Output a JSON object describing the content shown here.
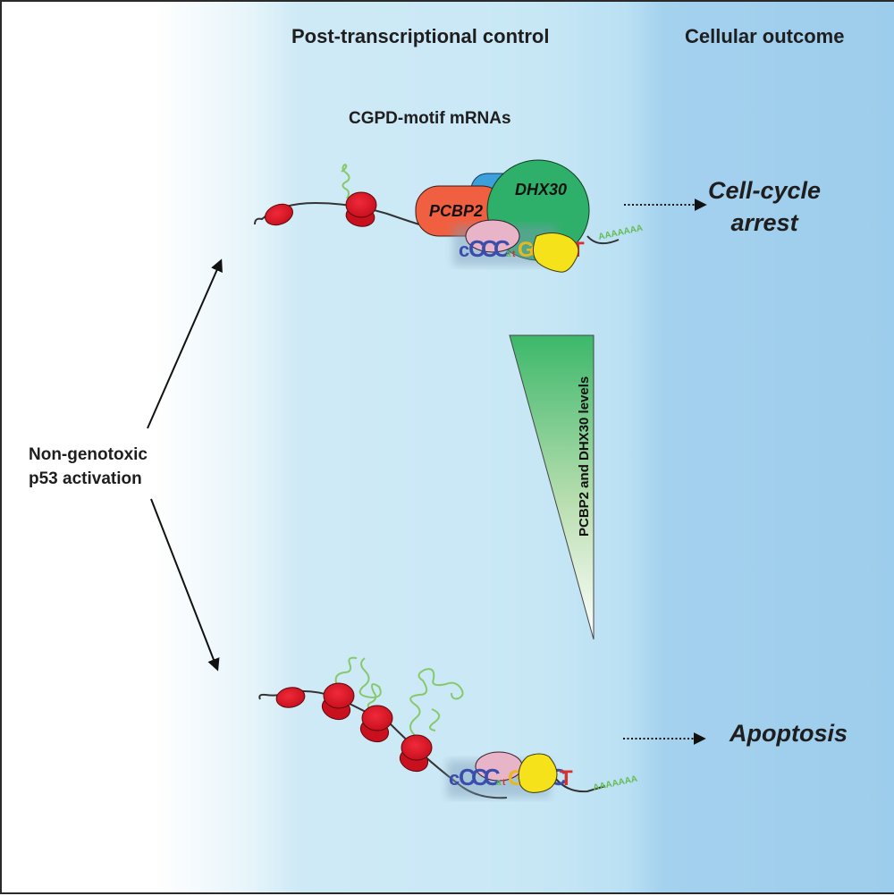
{
  "headers": {
    "post_transcriptional": "Post-transcriptional control",
    "cellular_outcome": "Cellular outcome"
  },
  "mrna_group_label": "CGPD-motif mRNAs",
  "trigger": {
    "line1": "Non-genotoxic",
    "line2": "p53 activation"
  },
  "top_pathway": {
    "proteins": [
      "PCBP2",
      "DHX30"
    ],
    "motif": [
      "c",
      "C",
      "C",
      "C",
      "a",
      "t",
      "G",
      "G",
      "c",
      "C",
      "C",
      "T"
    ],
    "polya_tail": "AAAAAAA",
    "outcome_line1": "Cell-cycle",
    "outcome_line2": "arrest"
  },
  "bottom_pathway": {
    "motif": [
      "c",
      "C",
      "C",
      "C",
      "a",
      "t",
      "G",
      "G",
      "c",
      "C",
      "C",
      "T"
    ],
    "polya_tail": "AAAAAAA",
    "outcome": "Apoptosis"
  },
  "gradient_label": "PCBP2 and DHX30 levels",
  "colors": {
    "ribosome": "#d9202e",
    "peptide": "#86c96a",
    "pcbp2": "#f06040",
    "dhx30": "#2fb06a",
    "blue_protein": "#3ba0dc",
    "pink_protein": "#e8b4c8",
    "yellow_protein": "#f5e21a",
    "gradient_green": "#3cb86a"
  }
}
